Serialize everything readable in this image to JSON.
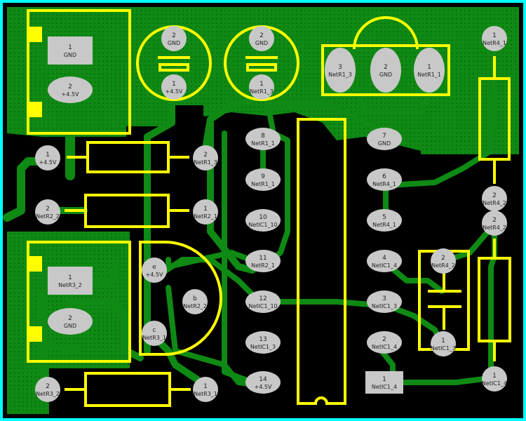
{
  "colors": {
    "background": "#000000",
    "copper": "#0f8a14",
    "copper_dark": "#0a6a0e",
    "silkscreen": "#ffff00",
    "pad": "#c8c8c8",
    "border": "#00ffff",
    "grid": "#555555"
  },
  "pads": [
    {
      "id": "j1-1",
      "num": "1",
      "net": "GND"
    },
    {
      "id": "j1-2",
      "num": "2",
      "net": "+4.5V"
    },
    {
      "id": "c1-2",
      "num": "2",
      "net": "GND"
    },
    {
      "id": "c1-1",
      "num": "1",
      "net": "+4.5V"
    },
    {
      "id": "c2-2",
      "num": "2",
      "net": "GND"
    },
    {
      "id": "c2-1",
      "num": "1",
      "net": "NetR1_3"
    },
    {
      "id": "r1-3",
      "num": "3",
      "net": "NetR1_3"
    },
    {
      "id": "r1-2",
      "num": "2",
      "net": "GND"
    },
    {
      "id": "r1-1",
      "num": "1",
      "net": "NetR1_1"
    },
    {
      "id": "r4-1",
      "num": "1",
      "net": "NetR4_1"
    },
    {
      "id": "ra-1",
      "num": "1",
      "net": "+4.5V"
    },
    {
      "id": "ra-2",
      "num": "2",
      "net": "NetR1_3"
    },
    {
      "id": "rb-2",
      "num": "2",
      "net": "NetR2_2"
    },
    {
      "id": "rb-1",
      "num": "1",
      "net": "NetR2_1"
    },
    {
      "id": "j2-1",
      "num": "1",
      "net": "NetR3_2"
    },
    {
      "id": "j2-2",
      "num": "2",
      "net": "GND"
    },
    {
      "id": "q1-e",
      "num": "e",
      "net": "+4.5V"
    },
    {
      "id": "q1-b",
      "num": "b",
      "net": "NetR2_2"
    },
    {
      "id": "q1-c",
      "num": "c",
      "net": "NetR3_1"
    },
    {
      "id": "rc-2",
      "num": "2",
      "net": "NetR3_2"
    },
    {
      "id": "rc-1",
      "num": "1",
      "net": "NetR3_1"
    },
    {
      "id": "ic-8",
      "num": "8",
      "net": "NetR1_1"
    },
    {
      "id": "ic-9",
      "num": "9",
      "net": "NetR1_1"
    },
    {
      "id": "ic-10",
      "num": "10",
      "net": "NetIC1_10"
    },
    {
      "id": "ic-11",
      "num": "11",
      "net": "NetR2_1"
    },
    {
      "id": "ic-12",
      "num": "12",
      "net": "NetIC1_10"
    },
    {
      "id": "ic-13",
      "num": "13",
      "net": "NetIC1_3"
    },
    {
      "id": "ic-14",
      "num": "14",
      "net": "+4.5V"
    },
    {
      "id": "ic-7",
      "num": "7",
      "net": "GND"
    },
    {
      "id": "ic-6",
      "num": "6",
      "net": "NetR4_1"
    },
    {
      "id": "ic-5",
      "num": "5",
      "net": "NetR4_1"
    },
    {
      "id": "ic-4",
      "num": "4",
      "net": "NetIC1_4"
    },
    {
      "id": "ic-3",
      "num": "3",
      "net": "NetIC1_3"
    },
    {
      "id": "ic-2",
      "num": "2",
      "net": "NetIC1_4"
    },
    {
      "id": "ic-1",
      "num": "1",
      "net": "NetIC1_4"
    },
    {
      "id": "r4-2a",
      "num": "2",
      "net": "NetR4_2"
    },
    {
      "id": "r4-2b",
      "num": "2",
      "net": "NetR4_2"
    },
    {
      "id": "c3-2",
      "num": "2",
      "net": "NetR4_2"
    },
    {
      "id": "c3-1",
      "num": "1",
      "net": "NetIC1_3"
    },
    {
      "id": "rd-1",
      "num": "1",
      "net": "NetIC1_4"
    }
  ]
}
